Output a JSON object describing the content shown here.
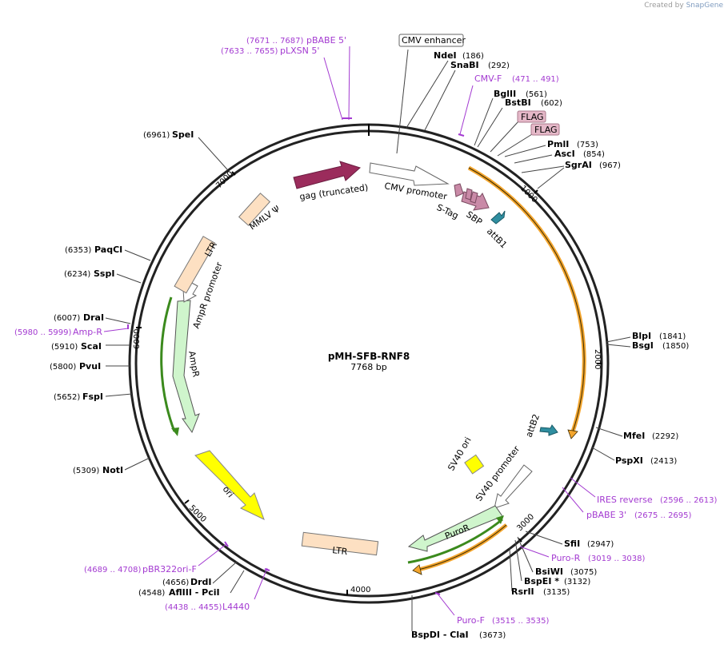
{
  "watermark": {
    "prefix": "Created by",
    "brand": "SnapGene"
  },
  "map": {
    "name": "pMH-SFB-RNF8",
    "length_label": "7768 bp",
    "length_bp": 7768
  },
  "ticks": [
    "1000",
    "2000",
    "3000",
    "4000",
    "5000",
    "6000",
    "7000"
  ],
  "sites": [
    {
      "name": "NdeI",
      "pos": "(186)"
    },
    {
      "name": "SnaBI",
      "pos": "(292)"
    },
    {
      "name": "BglII",
      "pos": "(561)"
    },
    {
      "name": "BstBI",
      "pos": "(602)"
    },
    {
      "name": "PmlI",
      "pos": "(753)"
    },
    {
      "name": "AscI",
      "pos": "(854)"
    },
    {
      "name": "SgrAI",
      "pos": "(967)"
    },
    {
      "name": "BlpI",
      "pos": "(1841)"
    },
    {
      "name": "BsgI",
      "pos": "(1850)"
    },
    {
      "name": "MfeI",
      "pos": "(2292)"
    },
    {
      "name": "PspXI",
      "pos": "(2413)"
    },
    {
      "name": "SfiI",
      "pos": "(2947)"
    },
    {
      "name": "BsiWI",
      "pos": "(3075)"
    },
    {
      "name": "BspEI *",
      "pos": "(3132)"
    },
    {
      "name": "RsrII",
      "pos": "(3135)"
    },
    {
      "name": "BspDI",
      "name2": " - ClaI",
      "pos": "(3673)"
    },
    {
      "name": "DrdI",
      "pos": "(4656)"
    },
    {
      "name": "AflIII",
      "name2": " - PciI",
      "pos": "(4548)"
    },
    {
      "name": "NotI",
      "pos": "(5309)"
    },
    {
      "name": "FspI",
      "pos": "(5652)"
    },
    {
      "name": "PvuI",
      "pos": "(5800)"
    },
    {
      "name": "ScaI",
      "pos": "(5910)"
    },
    {
      "name": "DraI",
      "pos": "(6007)"
    },
    {
      "name": "SspI",
      "pos": "(6234)"
    },
    {
      "name": "PaqCI",
      "pos": "(6353)"
    },
    {
      "name": "SpeI",
      "pos": "(6961)"
    }
  ],
  "primers": [
    {
      "name": "pBABE 5'",
      "pos": "(7671 .. 7687)"
    },
    {
      "name": "pLXSN 5'",
      "pos": "(7633 .. 7655)"
    },
    {
      "name": "CMV-F",
      "pos": "(471 .. 491)"
    },
    {
      "name": "IRES reverse",
      "pos": "(2596 .. 2613)"
    },
    {
      "name": "pBABE 3'",
      "pos": "(2675 .. 2695)"
    },
    {
      "name": "Puro-R",
      "pos": "(3019 .. 3038)"
    },
    {
      "name": "Puro-F",
      "pos": "(3515 .. 3535)"
    },
    {
      "name": "L4440",
      "pos": "(4438 .. 4455)"
    },
    {
      "name": "pBR322ori-F",
      "pos": "(4689 .. 4708)"
    },
    {
      "name": "Amp-R",
      "pos": "(5980 .. 5999)"
    }
  ],
  "boxed_labels": {
    "cmv_enhancer": "CMV enhancer",
    "flag1": "FLAG",
    "flag2": "FLAG"
  },
  "features": {
    "gag": "gag (truncated)",
    "cmv_promoter": "CMV promoter",
    "s_tag": "S-Tag",
    "sbp": "SBP",
    "attb1": "attB1",
    "attb2": "attB2",
    "mmlv": "MMLV Ψ",
    "ltr_left": "LTR",
    "ampr_promoter": "AmpR promoter",
    "ampr": "AmpR",
    "ori": "ori",
    "ltr_bottom": "LTR",
    "sv40_ori": "SV40 ori",
    "sv40_promoter": "SV40 promoter",
    "puror": "PuroR"
  },
  "colors": {
    "backbone": "#222222",
    "primer": "#a33ad1",
    "gag": "#9b2c5c",
    "ltr": "#fde0c2",
    "ampr": "#cff5cc",
    "ori": "#ffff00",
    "orf": "#f3a52d",
    "tag": "#c98aa7",
    "att": "#2f8ea0",
    "flag_box": "#e5b8c8"
  }
}
